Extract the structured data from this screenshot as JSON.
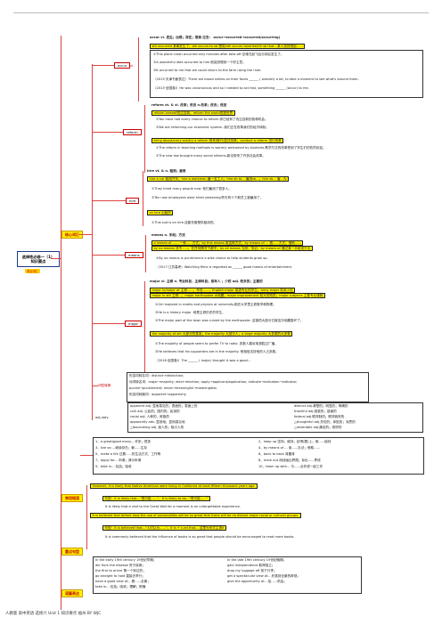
{
  "root": {
    "title_line1": "选择性必修一（1）",
    "title_line2": "知识要点",
    "tag": "重点词汇"
  },
  "sections": {
    "vocab": "核心词汇",
    "phrases": "常用短语",
    "patterns": "重点句型",
    "grammar": "语篇表达"
  },
  "occur": {
    "word": "occur",
    "pos": "vi.",
    "head": "occur    vi. 发生；出现；存在；想到    过去：  occur→occurred→occurred/occurring)",
    "sub": "sth occurred 某事发生了；sth occurs to sb 想到/sth occurs to/strike/hit sb that...某人突然想起……",
    "ex1": "①This plane crash occurred only minutes after take-off.空难在起飞后分钟后发生了。",
    "ex2": "②A wonderful idea occurred to him.他突然想到一个好主意。",
    "ex3": "③It occurred to me that we could return to the farm using the river.",
    "ex4": "（2015·天津书面表达）There are broad smiles on their faces ______ ( wonder) a bit, to take a moment to see what's around them.",
    "ex5": "（2015·全国卷Ⅰ）He was unconscious and so I needed to act fast, something ______ (occur) to me."
  },
  "reform": {
    "word": "reform",
    "head": "reform   vt. & vi. 改革；改良    n.改革；改良；改进",
    "sub": "reform oneself改过自新；reform the world改造世界",
    "ex1": "①You have had every chance to reform.你已经有了改过自新的各种机会。",
    "ex2": "②We are reforming our economic system .我们正在改革我们的经济体制。",
    "sub2": "bring about/carry out/try a reform 带来/推行/尝试改革；conduct a reform 进行改革",
    "ex3": "①The reform in teaching methods is warmly welcomed by students.教学方法的改革受到了学生们的热烈欢迎。",
    "ex4": "②The new law brought many social reforms.新法带来了许多社会改革。"
  },
  "hire": {
    "word": "hire",
    "head": "hire vt. & n. 租用；雇用",
    "sub": "hire a car 租用汽车；hire a workman 雇一名工人；hire sb to... 雇用sb...；hire sb... 雇...为",
    "ex1": "①They hired many people now. 他们雇用了很多人。",
    "ex2": "②Ten new employees were hired yesterday.昨天有十个新员工被雇用了。",
    "sub2": "on hire 出租的",
    "ex3": "①This suit is on hire.这套衣服是供租用的。"
  },
  "means": {
    "word": "means",
    "head": "means   n. 手段；方法",
    "sub": "a means of ...... 一种......方式；by this means 用这种方式；by means of ... 借......方式；借助......",
    "sub_b": "by no means 决不......；在任何情况下都不；by all means 当然；务必；by means of 通过某一手段或方法",
    "ex1": "①By no means is punishment a wise choice to help students grow up.",
    "ex2": "（2017·江苏高考）Watching films is regarded as ______ good means of entertainment."
  },
  "major": {
    "word": "major",
    "head": "major vi. 主修   n. 专业科目，主修科目；成年人 ；少校   adj. 较多的；主要的",
    "sub": "major in/major at 主修......，专攻......；English major 英语专业的学生；army major 陆军少校",
    "sub_b": "major in sth 主修...；major earthquake 大地震；major improvement 较大的改进；major subjects 主要专业课程",
    "ex1": "①Girl majored in maths and physics at university.她在大学里主修数学和物理。",
    "ex2": "②He is a history major .他是主修历史的学生。",
    "ex3": "③The major part of the town was ruined by the earthquake. 这镇的大部分已被这次地震毁坏了。",
    "sub2": "the majority of sth 大部分的某某；the majority 大部分人；a large majority 大多数的大多数",
    "ex4": "①The majority of people seem to prefer TV to radio. 多数人喜欢电视胜过广播。",
    "ex5": "②He believes that his supporters are in the majority. 他相信支持他的人占多数。",
    "ex6": "（2016·全国卷Ⅰ）The ______ ( major) thought it was a good..."
  },
  "wordform": {
    "label": "词性转换",
    "l1": "形容词转名词：distinct→distinction;",
    "l2": "动词转名词：major→majority; elect→election; apply→applicant/application; indicate→indication→indicator;",
    "l3": "              punish→punishment; mean→meaningful→meaningless",
    "l4": "形容词转副词：apparent→apparently"
  },
  "adjadv": {
    "label": "adj./adv.",
    "l1": "apparent   adj. 显而易见的；表面的；表面上的",
    "l2": "civil   adj. 公民的；国内的；民用的",
    "l3": "racial   adj. 人种的，种族的",
    "l4": "apparently adv. 显然地；显而易见地",
    "l5": "△fascinating  adj. 迷人的；吸引人的",
    "r1": "distinct   adj.清楚的；明显的；明确的",
    "r2": "thankful   adj.感激的；感谢的",
    "r3": "federal   adj.联邦制的；联邦政府的",
    "r4": "△thoughtful   adj.关切的；体贴的；深思的",
    "r5": "△miserable   adj.痛苦的；悲惨的"
  },
  "phrases": {
    "l1": "1、a great/good many... 许多；很多",
    "l2": "3、live on ...继续存在；赖......生存",
    "l3": "5、make a life 过着......的生活方式，工作等",
    "l4": "7、apply for... 申请；请示申请",
    "l5": "9、take in... 包括；吸收",
    "r1": "2、keep up 坚持；维持；赶得(跟)上；使......保持",
    "r2": "4、by means of ... 用......办法；借助......",
    "r3": "6、back to back 背靠背",
    "r4": "8、mark out 用线画出界限；标出......界线",
    "r5": "10、team up with... 与......合作或一起工作"
  },
  "patterns": {
    "p1": "However, it is likely that Native American were living in California at least fifteen thousand years ago.",
    "p1b": "句型：It is likely that...\"很可能......\"，It is likely to do...\"很可能......\"",
    "p1c": "It is likely that a visit to the Great Wall for a moment is an unforgettable experience.",
    "p2": "It is believed that before long the use of automobiles will be so great that there will be no distant major racial or cultural groups.",
    "p2b": "句型：It is believed that...\"人们认为......\"，It is + v-ed that... 这里为形式主语it",
    "p2c": "It is commonly believed that the influence of books is so great that people should be encouraged to read more books."
  },
  "grammar": {
    "l1": "In the early 19th century 19世纪早期；",
    "l2": "die from the disease 死于疾病；",
    "l3": "the first to arrive 第一个到达的；",
    "l4": "go straight to hold 直接去举行；",
    "l5": "have a good view of... 看......全景；",
    "l6": "take in... 包括；吸收；理解；欺骗",
    "r1": "In the late 19th century 19世纪晚期；",
    "r2": "gain independence 取得独立；",
    "r3": "drop my luggage off 放下行李；",
    "r4": "get a spectacular view of... 欣赏到全景的奇观；",
    "r5": "give the opportunity of... 给......机会；"
  },
  "footer": "人教版 高中英语 选修六 Unit 1 知识要点      福州  BY WJC"
}
